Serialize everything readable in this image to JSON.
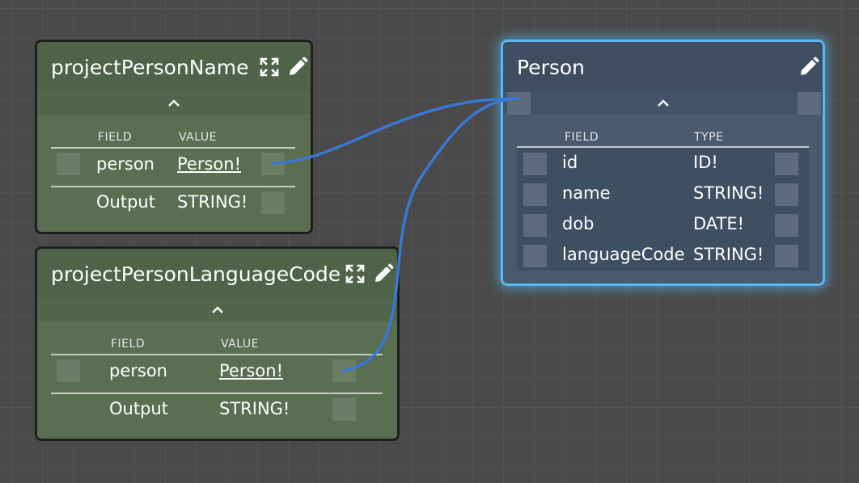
{
  "nodes": {
    "name_node": {
      "title": "projectPersonName",
      "col_field": "FIELD",
      "col_value": "VALUE",
      "rows": [
        {
          "field": "person",
          "value": "Person!"
        },
        {
          "field": "Output",
          "value": "STRING!"
        }
      ],
      "icons": [
        "expand-icon",
        "pencil-icon",
        "chevron-up-icon"
      ]
    },
    "lang_node": {
      "title": "projectPersonLanguageCode",
      "col_field": "FIELD",
      "col_value": "VALUE",
      "rows": [
        {
          "field": "person",
          "value": "Person!"
        },
        {
          "field": "Output",
          "value": "STRING!"
        }
      ],
      "icons": [
        "expand-icon",
        "pencil-icon",
        "chevron-up-icon"
      ]
    },
    "person_node": {
      "title": "Person",
      "col_field": "FIELD",
      "col_type": "TYPE",
      "rows": [
        {
          "field": "id",
          "type": "ID!"
        },
        {
          "field": "name",
          "type": "STRING!"
        },
        {
          "field": "dob",
          "type": "DATE!"
        },
        {
          "field": "languageCode",
          "type": "STRING!"
        }
      ],
      "icons": [
        "pencil-icon",
        "chevron-up-icon"
      ],
      "selected": true
    }
  },
  "edges": [
    {
      "from": "projectPersonName.person",
      "to": "Person"
    },
    {
      "from": "projectPersonLanguageCode.person",
      "to": "Person"
    }
  ],
  "colors": {
    "canvas": "#4a4a4a",
    "green_node": "#5a6e52",
    "blue_node": "#4a5a6e",
    "selection_glow": "#5ab8ee",
    "wire": "#3a78d4"
  }
}
